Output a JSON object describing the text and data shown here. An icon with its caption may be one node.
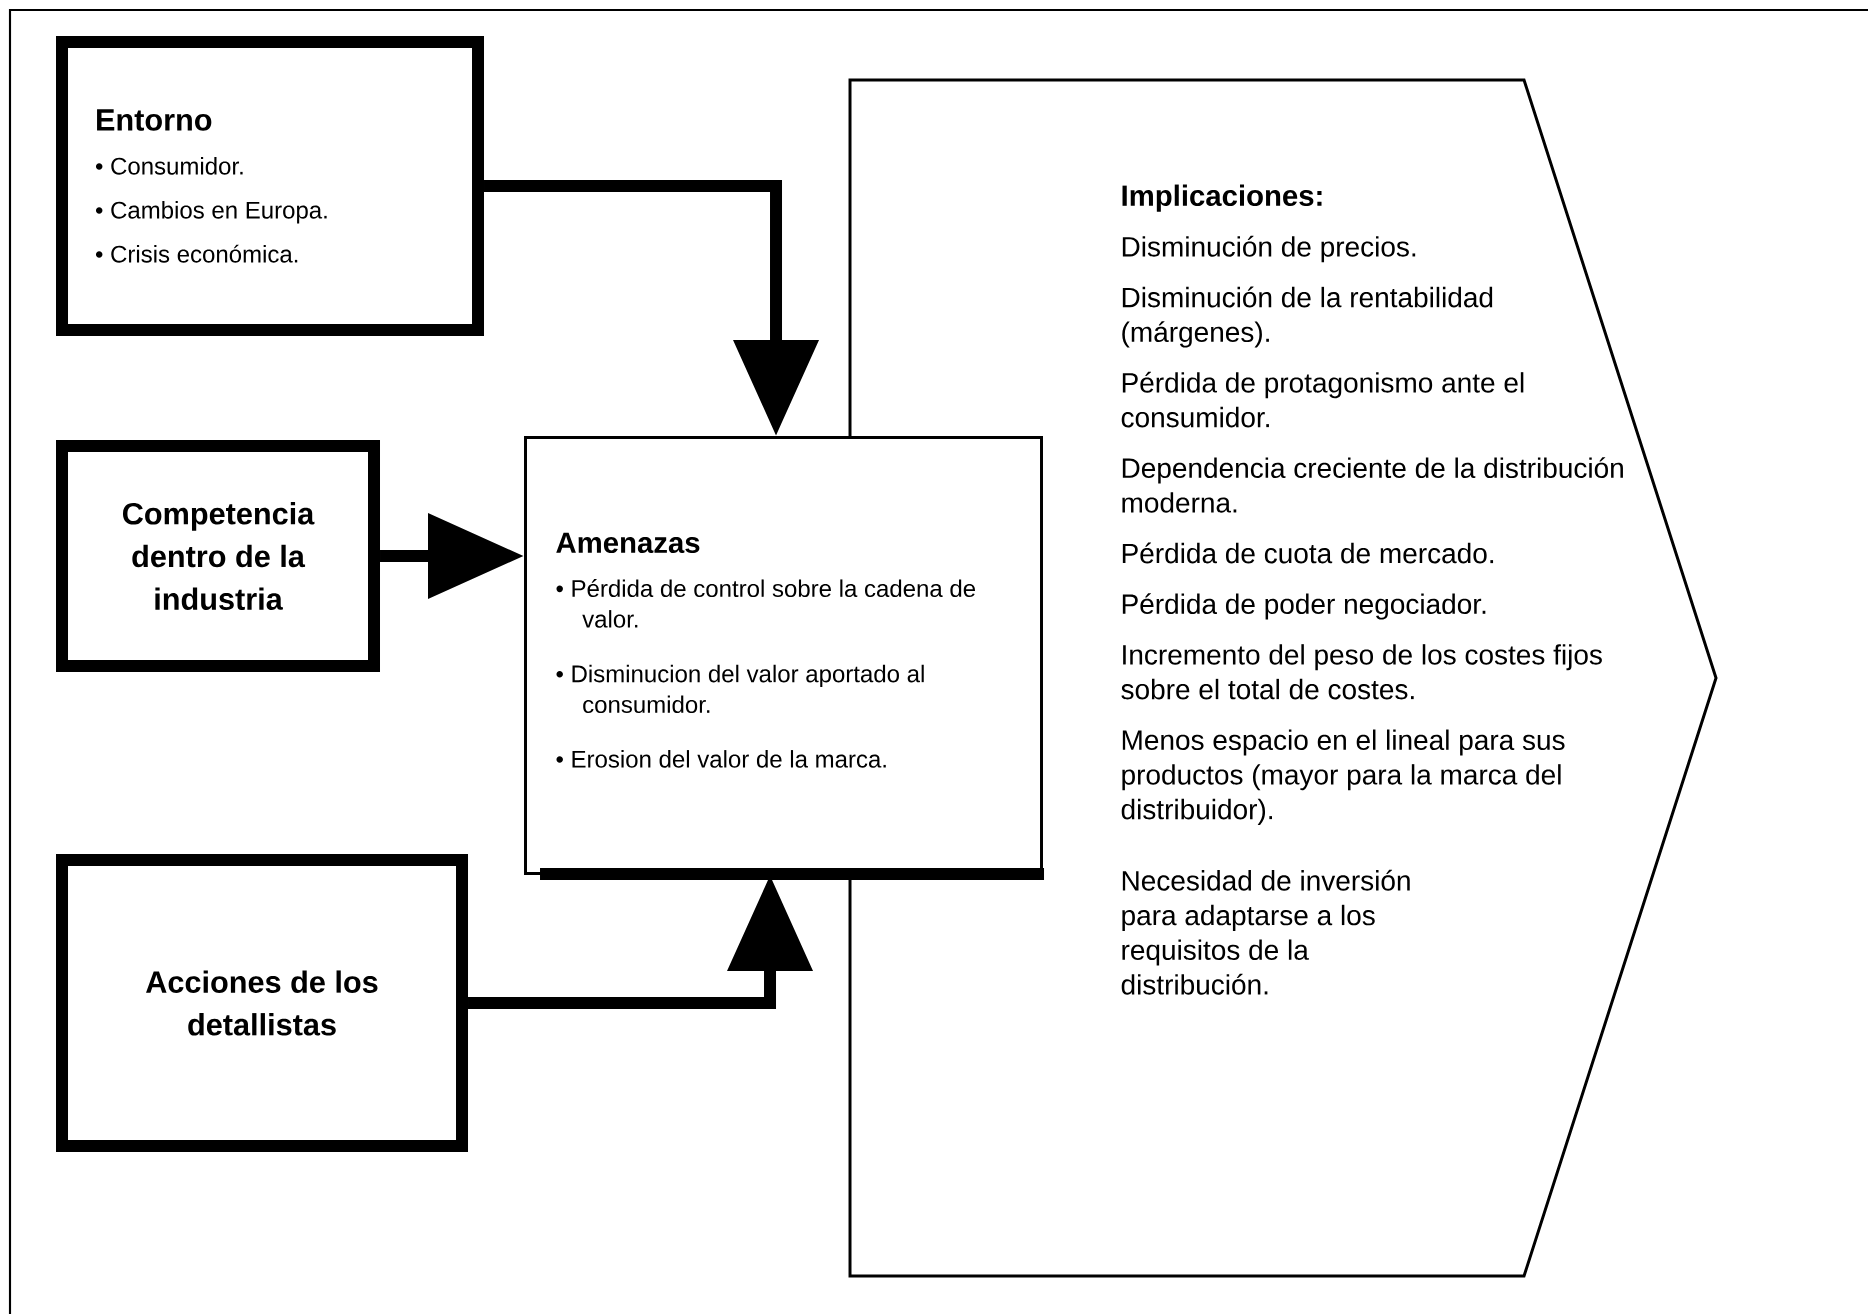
{
  "diagram": {
    "nodes": [
      {
        "text": [
          "Entorno",
          "• Consumidor.",
          "• Cambios en Europa.",
          "• Crisis económica."
        ]
      },
      {
        "text": [
          "Competencia dentro de la industria"
        ]
      },
      {
        "text": [
          "Acciones de los detallistas"
        ]
      },
      {
        "text": [
          "Amenazas",
          "• Pérdida de control sobre la cadena de valor.",
          "• Disminucion del valor aportado al consumidor.",
          "• Erosion del valor de la marca."
        ]
      },
      {
        "text": [
          "Implicaciones:",
          "Disminución de precios.",
          "Disminución de la rentabilidad (márgenes).",
          "Pérdida de protagonismo ante el consumidor.",
          "Dependencia creciente de la distribución moderna.",
          "Pérdida de cuota de mercado.",
          "Pérdida de poder negociador.",
          "Incremento del peso de los costes fijos sobre el total de costes.",
          "Menos espacio en el lineal para sus productos (mayor para la marca del distribuidor).",
          "Necesidad de inversión para adaptarse a los requisitos de la distribución."
        ]
      }
    ],
    "edges": [
      {
        "from": 0,
        "to": 3,
        "arrow": "to"
      },
      {
        "from": 1,
        "to": 3,
        "arrow": "to"
      },
      {
        "from": 2,
        "to": 3,
        "arrow": "to"
      }
    ]
  }
}
